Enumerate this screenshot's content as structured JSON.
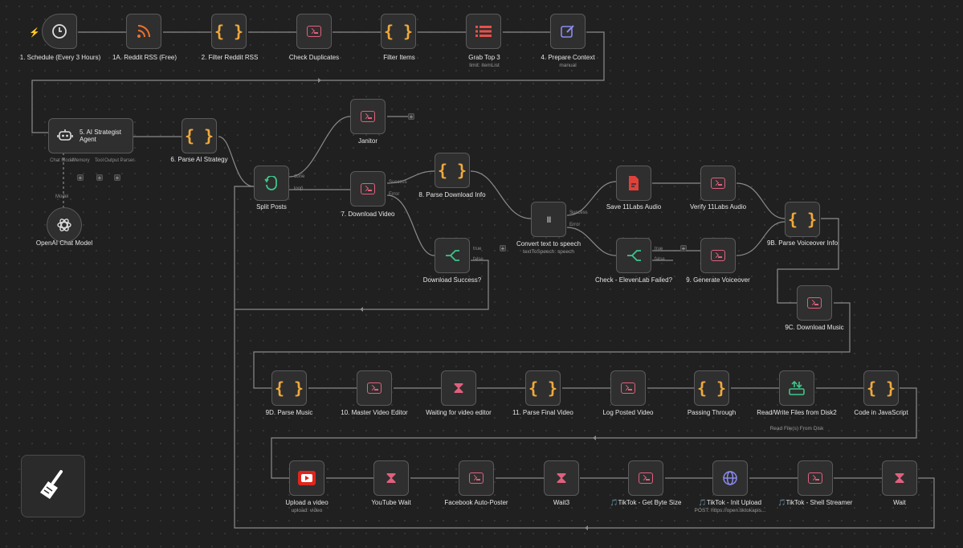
{
  "colors": {
    "accent_orange": "#f0a93b",
    "terminal_pink": "#e0607e",
    "wire": "#8a8a8a",
    "bg": "#202020"
  },
  "nodes": {
    "schedule": {
      "label": "1. Schedule (Every 3 Hours)",
      "icon": "clock-icon"
    },
    "reddit_rss": {
      "label": "1A. Reddit RSS (Free)",
      "icon": "rss-icon"
    },
    "filter_reddit": {
      "label": "2. Filter Reddit RSS",
      "icon": "code-braces-icon"
    },
    "check_duplicates": {
      "label": "Check Duplicates",
      "icon": "terminal-icon"
    },
    "filter_items": {
      "label": "Filter Items",
      "icon": "code-braces-icon"
    },
    "grab_top3": {
      "label": "Grab Top 3",
      "sub": "limit: itemList",
      "icon": "list-icon"
    },
    "prepare_context": {
      "label": "4. Prepare Context",
      "sub": "manual",
      "icon": "edit-icon"
    },
    "ai_agent": {
      "label": "5. AI Strategist Agent",
      "icon": "robot-icon",
      "ports": [
        "Chat Model",
        "Memory",
        "Tool",
        "Output Parser"
      ]
    },
    "openai_model": {
      "label": "OpenAI Chat Model",
      "port_label": "Model",
      "icon": "openai-icon"
    },
    "parse_ai": {
      "label": "6. Parse AI Strategy",
      "icon": "code-braces-icon"
    },
    "janitor": {
      "label": "Janitor",
      "icon": "terminal-icon"
    },
    "split_posts": {
      "label": "Split Posts",
      "ports": [
        "done",
        "loop"
      ],
      "icon": "loop-icon"
    },
    "download_video": {
      "label": "7. Download Video",
      "ports": [
        "Success",
        "Error"
      ],
      "icon": "terminal-icon"
    },
    "parse_download": {
      "label": "8. Parse Download Info",
      "icon": "code-braces-icon"
    },
    "download_success": {
      "label": "Download Success?",
      "ports": [
        "true",
        "false"
      ],
      "icon": "if-icon"
    },
    "tts": {
      "label": "Convert text to speech",
      "sub": "textToSpeech: speech",
      "ports": [
        "Success",
        "Error"
      ],
      "icon": "pause-icon"
    },
    "save_audio": {
      "label": "Save 11Labs Audio",
      "icon": "file-icon"
    },
    "verify_audio": {
      "label": "Verify 11Labs Audio",
      "icon": "terminal-icon"
    },
    "parse_voiceover": {
      "label": "9B. Parse Voiceover Info",
      "icon": "code-braces-icon"
    },
    "check_eleven": {
      "label": "Check - ElevenLab Failed?",
      "ports": [
        "true",
        "false"
      ],
      "icon": "if-icon"
    },
    "gen_voiceover": {
      "label": "9. Generate Voiceover",
      "icon": "terminal-icon"
    },
    "download_music": {
      "label": "9C. Download Music",
      "icon": "terminal-icon"
    },
    "parse_music": {
      "label": "9D. Parse Music",
      "icon": "code-braces-icon"
    },
    "master_editor": {
      "label": "10. Master Video Editor",
      "icon": "terminal-icon"
    },
    "waiting_editor": {
      "label": "Waiting for video editor",
      "icon": "hourglass-icon"
    },
    "parse_final": {
      "label": "11. Parse Final Video",
      "icon": "code-braces-icon"
    },
    "log_posted": {
      "label": "Log Posted Video",
      "icon": "terminal-icon"
    },
    "passing_through": {
      "label": "Passing Through",
      "icon": "code-braces-icon"
    },
    "rw_files": {
      "label": "Read/Write Files from Disk2",
      "sub": "Read File(s) From Disk",
      "icon": "disk-icon"
    },
    "code_js": {
      "label": "Code in JavaScript",
      "icon": "code-braces-icon"
    },
    "upload_video": {
      "label": "Upload a video",
      "sub": "upload: video",
      "icon": "youtube-icon"
    },
    "youtube_wait": {
      "label": "YouTube Wait",
      "icon": "hourglass-icon"
    },
    "fb_poster": {
      "label": "Facebook Auto-Poster",
      "icon": "terminal-icon"
    },
    "wait3": {
      "label": "Wait3",
      "icon": "hourglass-icon"
    },
    "tt_bytes": {
      "label": "🎵TikTok - Get Byte Size",
      "icon": "terminal-icon"
    },
    "tt_init": {
      "label": "🎵TikTok - Init Upload",
      "sub": "POST: https://open.tiktokapis...",
      "icon": "globe-icon"
    },
    "tt_shell": {
      "label": "🎵TikTok - Shell Streamer",
      "icon": "terminal-icon"
    },
    "wait": {
      "label": "Wait",
      "icon": "hourglass-icon"
    }
  },
  "toolbar": {
    "clean_button_icon": "broom-icon",
    "trigger_icon": "bolt-icon"
  }
}
